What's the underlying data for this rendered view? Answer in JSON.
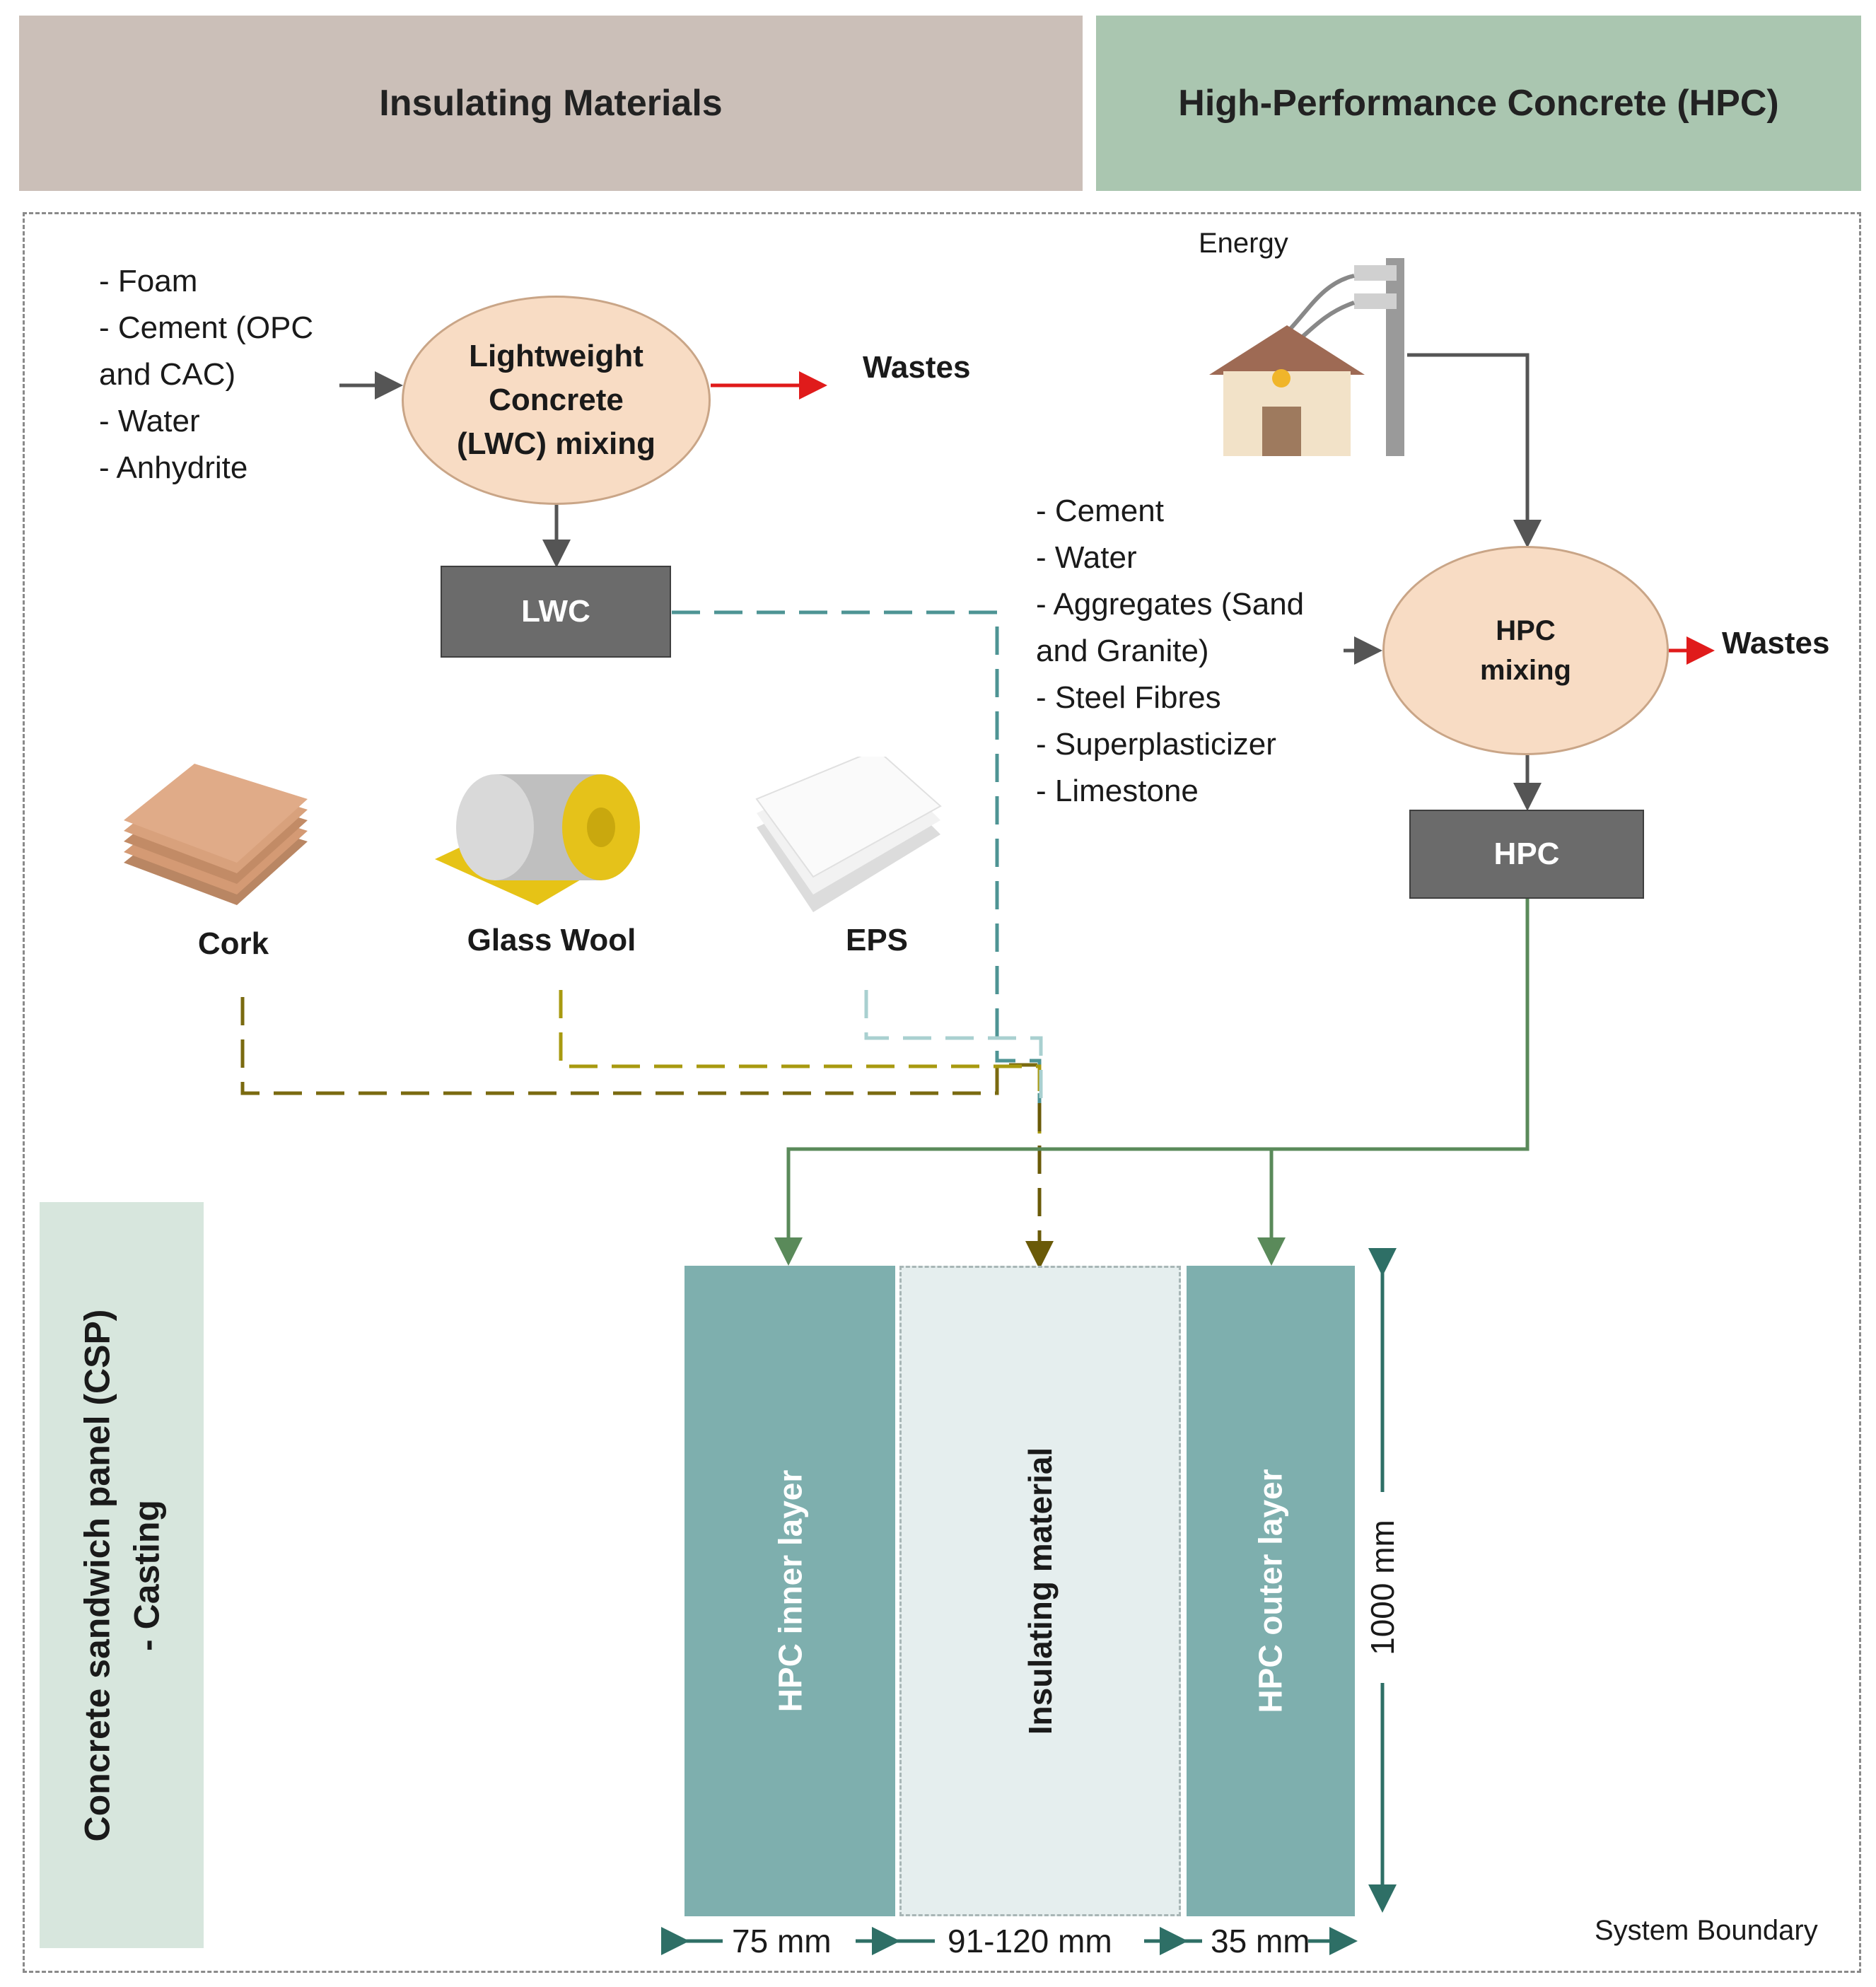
{
  "header": {
    "left_title": "Insulating Materials",
    "right_title": "High-Performance Concrete (HPC)"
  },
  "lwc": {
    "inputs": "- Foam\n- Cement (OPC\nand CAC)\n- Water\n- Anhydrite",
    "mixing_label": "Lightweight Concrete (LWC) mixing",
    "wastes_label": "Wastes",
    "product_label": "LWC"
  },
  "hpc": {
    "energy_label": "Energy",
    "inputs": "- Cement\n- Water\n- Aggregates (Sand\nand Granite)\n- Steel Fibres\n- Superplasticizer\n- Limestone",
    "mixing_label": "HPC mixing",
    "wastes_label": "Wastes",
    "product_label": "HPC"
  },
  "insulation": {
    "items": [
      "Cork",
      "Glass Wool",
      "EPS"
    ]
  },
  "panel": {
    "side_title": "Concrete sandwich panel (CSP)",
    "side_subtitle": "- Casting",
    "layers": [
      "HPC inner layer",
      "Insulating material",
      "HPC outer layer"
    ],
    "height_label": "1000 mm",
    "widths": [
      "75 mm",
      "91-120 mm",
      "35 mm"
    ]
  },
  "boundary_label": "System Boundary",
  "colors": {
    "header_left": "#cbbfb8",
    "header_right": "#aac6b0",
    "ellipse_fill": "#f8dcc4",
    "grey_box": "#6b6b6b",
    "hpc_layer": "#7eafae",
    "insulating_layer": "#e5eeee",
    "waste_arrow": "#e01b1b",
    "lwc_line": "#4e9494",
    "cork_line": "#7a6a10",
    "glasswool_line": "#a89a10",
    "eps_line": "#a9d0d0",
    "hpc_line": "#5a8a5a"
  },
  "icons": [
    "house-with-power-pole-icon",
    "cork-boards-image",
    "glass-wool-roll-image",
    "eps-boards-image"
  ]
}
